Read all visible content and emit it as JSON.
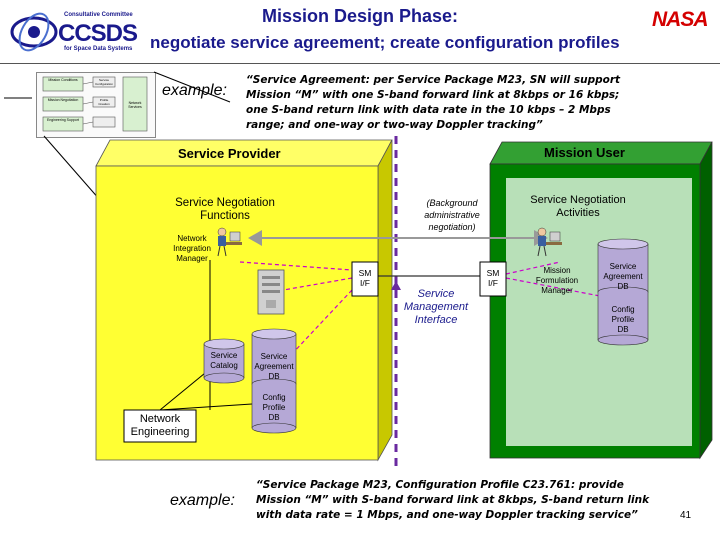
{
  "header": {
    "title": "Mission Design Phase:",
    "subtitle": "negotiate service agreement; create configuration profiles",
    "nasa": "NASA",
    "ccsds_line1": "Consultative Committee",
    "ccsds_word": "CCSDS",
    "ccsds_line2": "for Space Data Systems"
  },
  "top_example": {
    "label": "example:",
    "lines": [
      "“Service Agreement: per Service Package M23, SN will support",
      "Mission “M” with one S-band forward link at 8kbps or 16 kbps;",
      "one S-band return link with data rate in the 10 kbps – 2 Mbps",
      "range; and one-way  or two-way Doppler tracking”"
    ]
  },
  "thumbnail": {
    "labels": [
      "Mission Conditions",
      "Mission Negotiation",
      "Engineering Support",
      "Service Configuration",
      "Profile Creation",
      "Network Services"
    ]
  },
  "provider": {
    "title": "Service Provider",
    "negotiation": "Service Negotiation\nFunctions",
    "integration_manager": "Network\nIntegration\nManager",
    "sm_if": "SM\nI/F",
    "service_catalog": "Service\nCatalog",
    "service_agreement_db": "Service\nAgreement\nDB",
    "config_profile_db": "Config\nProfile\nDB",
    "network_engineering": "Network\nEngineering"
  },
  "middle": {
    "background": "(Background\nadministrative\nnegotiation)",
    "interface": "Service\nManagement\nInterface"
  },
  "user": {
    "title": "Mission User",
    "negotiation": "Service Negotiation\nActivities",
    "sm_if": "SM\nI/F",
    "formulation_manager": "Mission\nFormulation\nManager",
    "service_agreement_db": "Service\nAgreement\nDB",
    "config_profile_db": "Config\nProfile\nDB"
  },
  "bottom_example": {
    "label": "example:",
    "lines": [
      "“Service Package M23, Configuration Profile C23.761: provide",
      "Mission “M” with S-band forward link at 8kbps, S-band return link",
      "with data rate = 1 Mbps, and one-way Doppler tracking service”"
    ]
  },
  "page_number": "41",
  "colors": {
    "title": "#1a1a8c",
    "nasa": "#d40000",
    "provider_fill": "#ffff33",
    "provider_side": "#cccc00",
    "user_fill": "#008000",
    "user_panel": "#b8e0b8",
    "cylinder": "#b5a8d6",
    "dash": "#6a2aa0",
    "arrow": "#999999"
  }
}
